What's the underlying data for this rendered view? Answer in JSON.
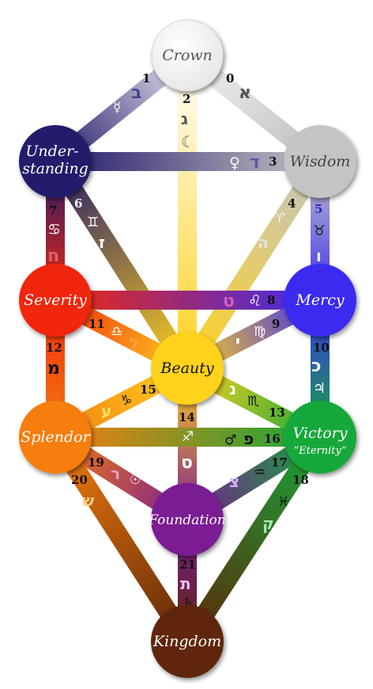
{
  "colors": {
    "crown": "#ffffff",
    "wisdom": "#c4c4c4",
    "understanding": "#231a6b",
    "mercy": "#3b2cf0",
    "severity": "#f0280c",
    "beauty": "#ffd21f",
    "victory": "#16a83a",
    "splendor": "#f57e10",
    "foundation": "#7a1c92",
    "kingdom": "#5e2608"
  },
  "sephirot": {
    "crown": "Crown",
    "wisdom": "Wisdom",
    "understanding_1": "Under-",
    "understanding_2": "standing",
    "mercy": "Mercy",
    "severity": "Severity",
    "beauty": "Beauty",
    "victory": "Victory",
    "victory_sub": "“Eternity”",
    "splendor": "Splendor",
    "foundation": "Foundation",
    "kingdom": "Kingdom"
  },
  "paths": [
    {
      "n": "0",
      "letter": "א",
      "symbol": "🜁"
    },
    {
      "n": "1",
      "letter": "ב",
      "symbol": "☿"
    },
    {
      "n": "2",
      "letter": "ג",
      "symbol": "☾"
    },
    {
      "n": "3",
      "letter": "ד",
      "symbol": "♀"
    },
    {
      "n": "4",
      "letter": "ה",
      "symbol": "♈"
    },
    {
      "n": "5",
      "letter": "ו",
      "symbol": "♉"
    },
    {
      "n": "6",
      "letter": "ז",
      "symbol": "♊"
    },
    {
      "n": "7",
      "letter": "ח",
      "symbol": "♋"
    },
    {
      "n": "8",
      "letter": "ט",
      "symbol": "♌"
    },
    {
      "n": "9",
      "letter": "י",
      "symbol": "♍"
    },
    {
      "n": "10",
      "letter": "כ",
      "symbol": "♃"
    },
    {
      "n": "11",
      "letter": "ל",
      "symbol": "♎"
    },
    {
      "n": "12",
      "letter": "מ",
      "symbol": "🜄"
    },
    {
      "n": "13",
      "letter": "נ",
      "symbol": "♏"
    },
    {
      "n": "14",
      "letter": "ס",
      "symbol": "♐"
    },
    {
      "n": "15",
      "letter": "ע",
      "symbol": "♑"
    },
    {
      "n": "16",
      "letter": "פ",
      "symbol": "♂"
    },
    {
      "n": "17",
      "letter": "צ",
      "symbol": "♒"
    },
    {
      "n": "18",
      "letter": "ק",
      "symbol": "♓"
    },
    {
      "n": "19",
      "letter": "ר",
      "symbol": "☉"
    },
    {
      "n": "20",
      "letter": "ש",
      "symbol": "🜂"
    },
    {
      "n": "21",
      "letter": "ת",
      "symbol": "♄"
    }
  ]
}
